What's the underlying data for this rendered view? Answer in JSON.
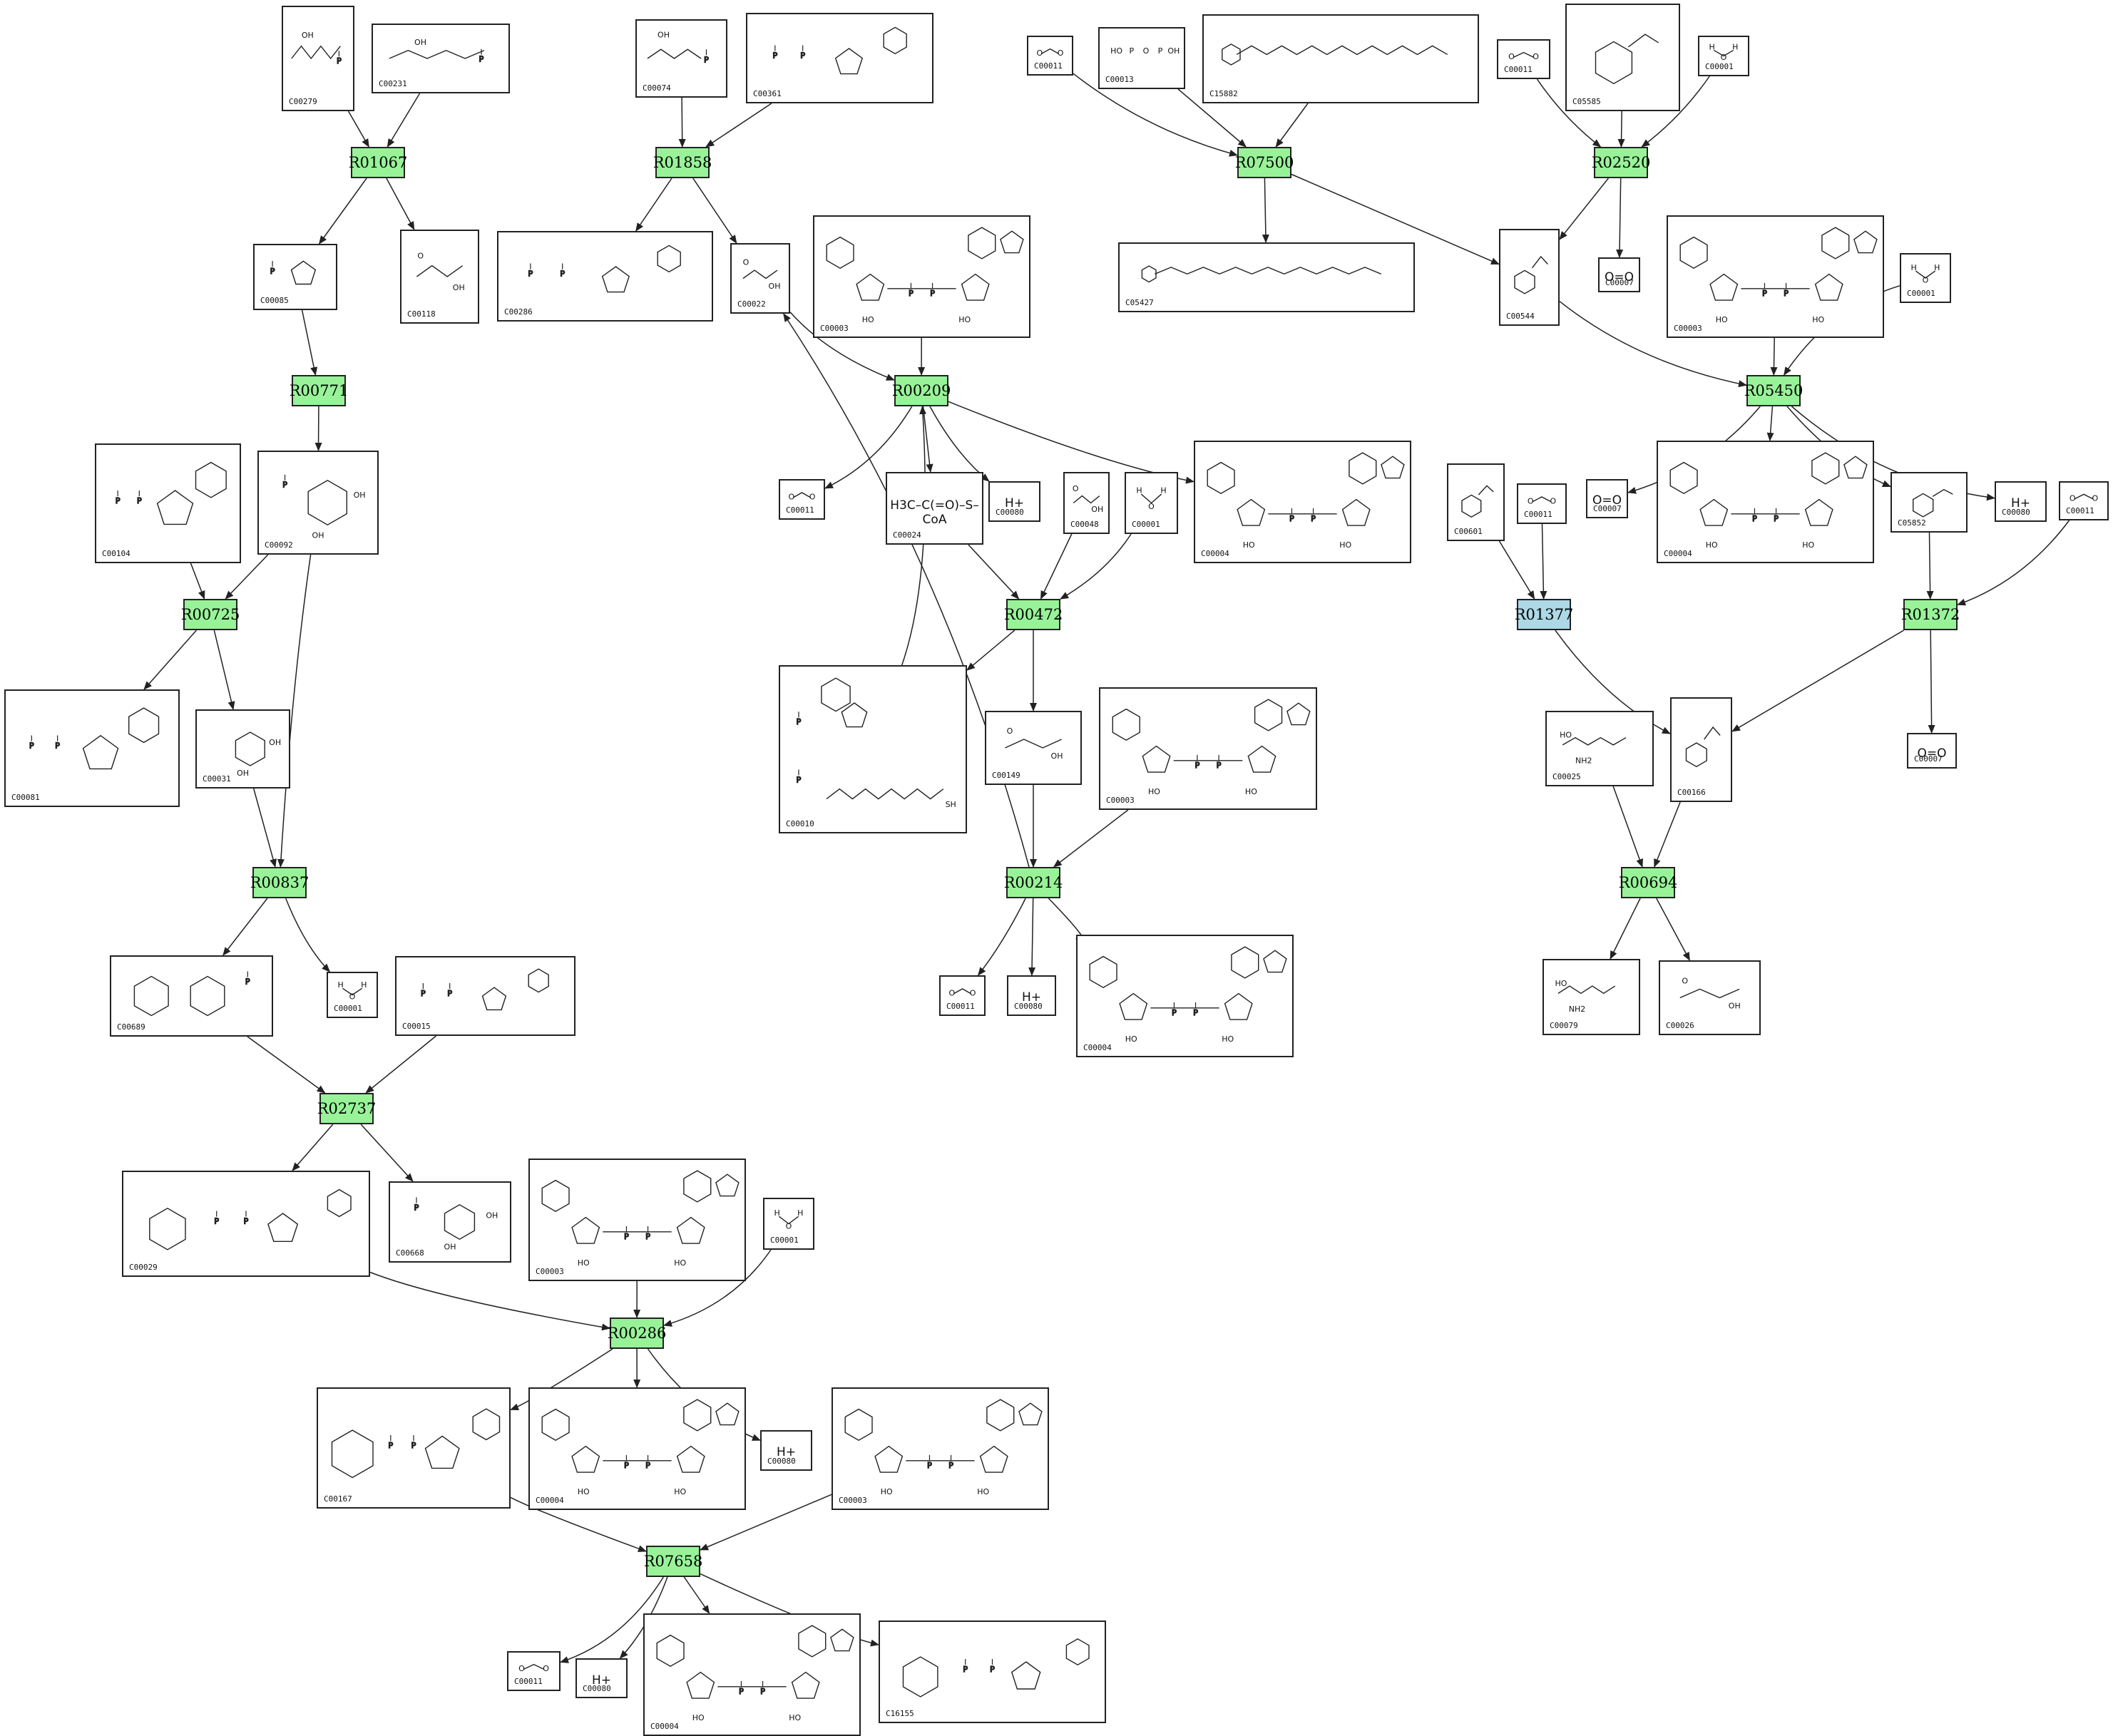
{
  "colors": {
    "reaction_fill": "#98f398",
    "reaction_alt_fill": "#add8e6",
    "stroke": "#222222",
    "background": "#ffffff"
  },
  "reactions": [
    {
      "id": "R01067",
      "fill": "#98f398"
    },
    {
      "id": "R01858",
      "fill": "#98f398"
    },
    {
      "id": "R07500",
      "fill": "#98f398"
    },
    {
      "id": "R02520",
      "fill": "#98f398"
    },
    {
      "id": "R00771",
      "fill": "#98f398"
    },
    {
      "id": "R00209",
      "fill": "#98f398"
    },
    {
      "id": "R05450",
      "fill": "#98f398"
    },
    {
      "id": "R00725",
      "fill": "#98f398"
    },
    {
      "id": "R00472",
      "fill": "#98f398"
    },
    {
      "id": "R01377",
      "fill": "#add8e6"
    },
    {
      "id": "R01372",
      "fill": "#98f398"
    },
    {
      "id": "R00837",
      "fill": "#98f398"
    },
    {
      "id": "R00214",
      "fill": "#98f398"
    },
    {
      "id": "R00694",
      "fill": "#98f398"
    },
    {
      "id": "R02737",
      "fill": "#98f398"
    },
    {
      "id": "R00286",
      "fill": "#98f398"
    },
    {
      "id": "R07658",
      "fill": "#98f398"
    }
  ],
  "compounds": [
    {
      "key": "c00279",
      "id": "C00279",
      "icon": "sugar-phosphate-chain-structure"
    },
    {
      "key": "c00231",
      "id": "C00231",
      "icon": "sugar-phosphate-chain-structure"
    },
    {
      "key": "c00074",
      "id": "C00074",
      "icon": "phosphoenolpyruvate-structure"
    },
    {
      "key": "c00361",
      "id": "C00361",
      "icon": "nucleotide-structure"
    },
    {
      "key": "c00011_a",
      "id": "C00011",
      "icon": "co2-structure"
    },
    {
      "key": "c00013",
      "id": "C00013",
      "icon": "diphosphate-structure"
    },
    {
      "key": "c15882",
      "id": "C15882",
      "icon": "prenyl-chain-structure"
    },
    {
      "key": "c00011_b",
      "id": "C00011",
      "icon": "co2-structure"
    },
    {
      "key": "c05585",
      "id": "C05585",
      "icon": "aromatic-ring-structure"
    },
    {
      "key": "c00001_a",
      "id": "C00001",
      "icon": "water-structure"
    },
    {
      "key": "c00085",
      "id": "C00085",
      "icon": "furanose-phosphate-structure"
    },
    {
      "key": "c00118",
      "id": "C00118",
      "icon": "small-chain-structure"
    },
    {
      "key": "c00286",
      "id": "C00286",
      "icon": "nucleotide-structure"
    },
    {
      "key": "c00022",
      "id": "C00022",
      "icon": "small-chain-structure"
    },
    {
      "key": "c00003_a",
      "id": "C00003",
      "icon": "nad-structure"
    },
    {
      "key": "c05427",
      "id": "C05427",
      "icon": "prenyl-chain-structure"
    },
    {
      "key": "c00544",
      "id": "C00544",
      "icon": "aromatic-ring-structure"
    },
    {
      "key": "c00007_a",
      "id": "C00007",
      "text": "O=O"
    },
    {
      "key": "c00003_b",
      "id": "C00003",
      "icon": "nad-structure"
    },
    {
      "key": "c00001_b",
      "id": "C00001",
      "icon": "water-structure"
    },
    {
      "key": "c00104",
      "id": "C00104",
      "icon": "nucleotide-structure"
    },
    {
      "key": "c00092",
      "id": "C00092",
      "icon": "pyranose-phosphate-structure"
    },
    {
      "key": "c00011_c",
      "id": "C00011",
      "icon": "co2-structure"
    },
    {
      "key": "c00024",
      "id": "C00024",
      "text": "H3C–C(=O)–S–CoA"
    },
    {
      "key": "c00080_a",
      "id": "C00080",
      "text": "H+"
    },
    {
      "key": "c00048",
      "id": "C00048",
      "icon": "small-chain-structure"
    },
    {
      "key": "c00001_c",
      "id": "C00001",
      "icon": "water-structure"
    },
    {
      "key": "c00004_a",
      "id": "C00004",
      "icon": "nadh-structure"
    },
    {
      "key": "c00601",
      "id": "C00601",
      "icon": "aromatic-ring-structure"
    },
    {
      "key": "c00011_d",
      "id": "C00011",
      "icon": "co2-structure"
    },
    {
      "key": "c00007_b",
      "id": "C00007",
      "text": "O=O"
    },
    {
      "key": "c00004_b",
      "id": "C00004",
      "icon": "nadh-structure"
    },
    {
      "key": "c05852",
      "id": "C05852",
      "icon": "aromatic-ring-structure"
    },
    {
      "key": "c00080_b",
      "id": "C00080",
      "text": "H+"
    },
    {
      "key": "c00011_e",
      "id": "C00011",
      "icon": "co2-structure"
    },
    {
      "key": "c00081",
      "id": "C00081",
      "icon": "nucleotide-structure"
    },
    {
      "key": "c00031",
      "id": "C00031",
      "icon": "pyranose-structure"
    },
    {
      "key": "c00010",
      "id": "C00010",
      "icon": "coa-structure"
    },
    {
      "key": "c00149",
      "id": "C00149",
      "icon": "small-chain-structure"
    },
    {
      "key": "c00003_c",
      "id": "C00003",
      "icon": "nad-structure"
    },
    {
      "key": "c00025",
      "id": "C00025",
      "icon": "amino-acid-structure"
    },
    {
      "key": "c00166",
      "id": "C00166",
      "icon": "aromatic-ring-structure"
    },
    {
      "key": "c00007_c",
      "id": "C00007",
      "text": "O=O"
    },
    {
      "key": "c00689",
      "id": "C00689",
      "icon": "disaccharide-phosphate-structure"
    },
    {
      "key": "c00001_d",
      "id": "C00001",
      "icon": "water-structure"
    },
    {
      "key": "c00015",
      "id": "C00015",
      "icon": "nucleotide-structure"
    },
    {
      "key": "c00011_f",
      "id": "C00011",
      "icon": "co2-structure"
    },
    {
      "key": "c00080_c",
      "id": "C00080",
      "text": "H+"
    },
    {
      "key": "c00004_c",
      "id": "C00004",
      "icon": "nadh-structure"
    },
    {
      "key": "c00079",
      "id": "C00079",
      "icon": "amino-acid-structure"
    },
    {
      "key": "c00026",
      "id": "C00026",
      "icon": "small-chain-structure"
    },
    {
      "key": "c00029",
      "id": "C00029",
      "icon": "nucleotide-sugar-structure"
    },
    {
      "key": "c00668",
      "id": "C00668",
      "icon": "pyranose-phosphate-structure"
    },
    {
      "key": "c00003_d",
      "id": "C00003",
      "icon": "nad-structure"
    },
    {
      "key": "c00001_e",
      "id": "C00001",
      "icon": "water-structure"
    },
    {
      "key": "c00167",
      "id": "C00167",
      "icon": "nucleotide-sugar-structure"
    },
    {
      "key": "c00004_d",
      "id": "C00004",
      "icon": "nadh-structure"
    },
    {
      "key": "c00080_d",
      "id": "C00080",
      "text": "H+"
    },
    {
      "key": "c00003_e",
      "id": "C00003",
      "icon": "nad-structure"
    },
    {
      "key": "c00011_g",
      "id": "C00011",
      "icon": "co2-structure"
    },
    {
      "key": "c00080_e",
      "id": "C00080",
      "text": "H+"
    },
    {
      "key": "c00004_e",
      "id": "C00004",
      "icon": "nadh-structure"
    },
    {
      "key": "c16155",
      "id": "C16155",
      "icon": "nucleotide-sugar-structure"
    }
  ],
  "edges": [
    [
      "c00279",
      "R01067"
    ],
    [
      "c00231",
      "R01067"
    ],
    [
      "R01067",
      "c00085"
    ],
    [
      "R01067",
      "c00118"
    ],
    [
      "c00074",
      "R01858"
    ],
    [
      "c00361",
      "R01858"
    ],
    [
      "R01858",
      "c00286"
    ],
    [
      "R01858",
      "c00022"
    ],
    [
      "c00011_a",
      "R07500"
    ],
    [
      "c00013",
      "R07500"
    ],
    [
      "c15882",
      "R07500"
    ],
    [
      "R07500",
      "c05427"
    ],
    [
      "R07500",
      "c00544"
    ],
    [
      "c00011_b",
      "R02520"
    ],
    [
      "c05585",
      "R02520"
    ],
    [
      "c00001_a",
      "R02520"
    ],
    [
      "R02520",
      "c00544"
    ],
    [
      "R02520",
      "c00007_a"
    ],
    [
      "c00085",
      "R00771"
    ],
    [
      "R00771",
      "c00092"
    ],
    [
      "c00022",
      "R00209"
    ],
    [
      "c00003_a",
      "R00209"
    ],
    [
      "c00010",
      "R00209"
    ],
    [
      "R00209",
      "c00011_c"
    ],
    [
      "R00209",
      "c00024"
    ],
    [
      "R00209",
      "c00080_a"
    ],
    [
      "R00209",
      "c00004_a"
    ],
    [
      "c00544",
      "R05450"
    ],
    [
      "c00003_b",
      "R05450"
    ],
    [
      "c00001_b",
      "R05450"
    ],
    [
      "R05450",
      "c00007_b"
    ],
    [
      "R05450",
      "c00004_b"
    ],
    [
      "R05450",
      "c05852"
    ],
    [
      "R05450",
      "c00080_b"
    ],
    [
      "c00104",
      "R00725"
    ],
    [
      "c00092",
      "R00725"
    ],
    [
      "R00725",
      "c00081"
    ],
    [
      "R00725",
      "c00031"
    ],
    [
      "c00024",
      "R00472"
    ],
    [
      "c00048",
      "R00472"
    ],
    [
      "c00001_c",
      "R00472"
    ],
    [
      "R00472",
      "c00010"
    ],
    [
      "R00472",
      "c00149"
    ],
    [
      "c00601",
      "R01377"
    ],
    [
      "c00011_d",
      "R01377"
    ],
    [
      "R01377",
      "c00166"
    ],
    [
      "c05852",
      "R01372"
    ],
    [
      "c00011_e",
      "R01372"
    ],
    [
      "R01372",
      "c00166"
    ],
    [
      "R01372",
      "c00007_c"
    ],
    [
      "c00031",
      "R00837"
    ],
    [
      "c00092",
      "R00837"
    ],
    [
      "R00837",
      "c00689"
    ],
    [
      "R00837",
      "c00001_d"
    ],
    [
      "c00149",
      "R00214"
    ],
    [
      "c00003_c",
      "R00214"
    ],
    [
      "R00214",
      "c00022"
    ],
    [
      "R00214",
      "c00011_f"
    ],
    [
      "R00214",
      "c00080_c"
    ],
    [
      "R00214",
      "c00004_c"
    ],
    [
      "c00025",
      "R00694"
    ],
    [
      "c00166",
      "R00694"
    ],
    [
      "R00694",
      "c00079"
    ],
    [
      "R00694",
      "c00026"
    ],
    [
      "c00689",
      "R02737"
    ],
    [
      "c00015",
      "R02737"
    ],
    [
      "R02737",
      "c00029"
    ],
    [
      "R02737",
      "c00668"
    ],
    [
      "c00029",
      "R00286"
    ],
    [
      "c00003_d",
      "R00286"
    ],
    [
      "c00001_e",
      "R00286"
    ],
    [
      "R00286",
      "c00167"
    ],
    [
      "R00286",
      "c00004_d"
    ],
    [
      "R00286",
      "c00080_d"
    ],
    [
      "c00167",
      "R07658"
    ],
    [
      "c00003_e",
      "R07658"
    ],
    [
      "R07658",
      "c00011_g"
    ],
    [
      "R07658",
      "c00080_e"
    ],
    [
      "R07658",
      "c00004_e"
    ],
    [
      "R07658",
      "c16155"
    ]
  ]
}
